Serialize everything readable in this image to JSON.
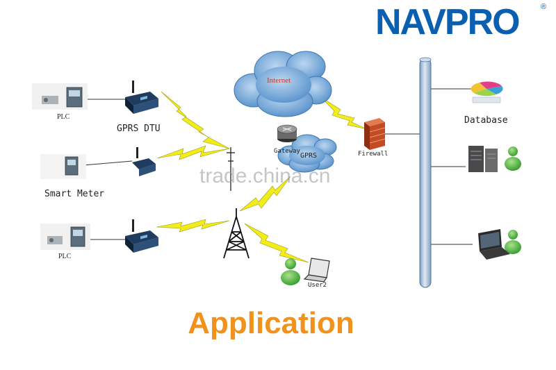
{
  "brand": {
    "name": "NAVPRO",
    "registered": "®"
  },
  "labels": {
    "plc_top": "PLC",
    "gprs_dtu": "GPRS DTU",
    "smart_meter": "Smart Meter",
    "plc_bottom": "PLC",
    "internet": "Internet",
    "gateway": "Gateway",
    "gprs": "GPRS",
    "firewall": "Firewall",
    "database": "Database",
    "user2": "User2"
  },
  "title": "Application",
  "watermark": "trade.china.cn",
  "colors": {
    "brand_blue": "#0b5fb0",
    "cloud_blue": "#6fa6d8",
    "lightning": "#f2ec1a",
    "title_orange": "#f0921b",
    "bus_blue": "#a9c3dd",
    "firewall_red": "#d0502a",
    "user_green": "#4db33d"
  },
  "icons": [
    "plc-icon",
    "gprs-dtu-icon",
    "smart-meter-icon",
    "internet-cloud-icon",
    "gprs-cloud-icon",
    "gateway-router-icon",
    "firewall-icon",
    "network-bus-icon",
    "database-pie-icon",
    "server-icon",
    "laptop-icon",
    "user-icon",
    "tower-icon"
  ]
}
